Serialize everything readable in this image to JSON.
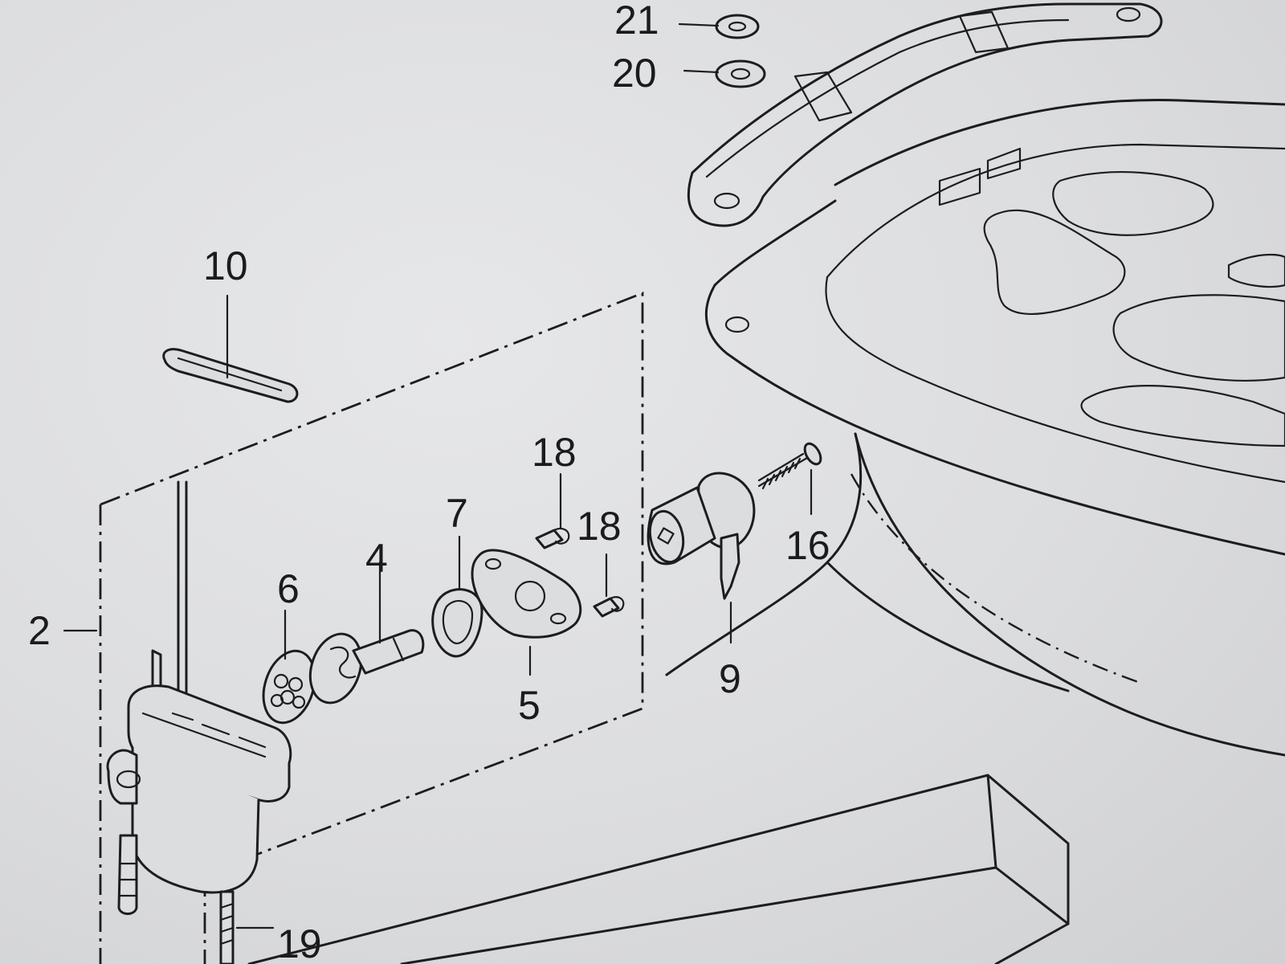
{
  "diagram": {
    "callouts": [
      {
        "id": "label-21",
        "text": "21"
      },
      {
        "id": "label-20",
        "text": "20"
      },
      {
        "id": "label-10",
        "text": "10"
      },
      {
        "id": "label-18a",
        "text": "18"
      },
      {
        "id": "label-18b",
        "text": "18"
      },
      {
        "id": "label-7",
        "text": "7"
      },
      {
        "id": "label-6",
        "text": "6"
      },
      {
        "id": "label-4",
        "text": "4"
      },
      {
        "id": "label-2",
        "text": "2"
      },
      {
        "id": "label-5",
        "text": "5"
      },
      {
        "id": "label-9",
        "text": "9"
      },
      {
        "id": "label-16",
        "text": "16"
      },
      {
        "id": "label-19",
        "text": "19"
      }
    ]
  }
}
